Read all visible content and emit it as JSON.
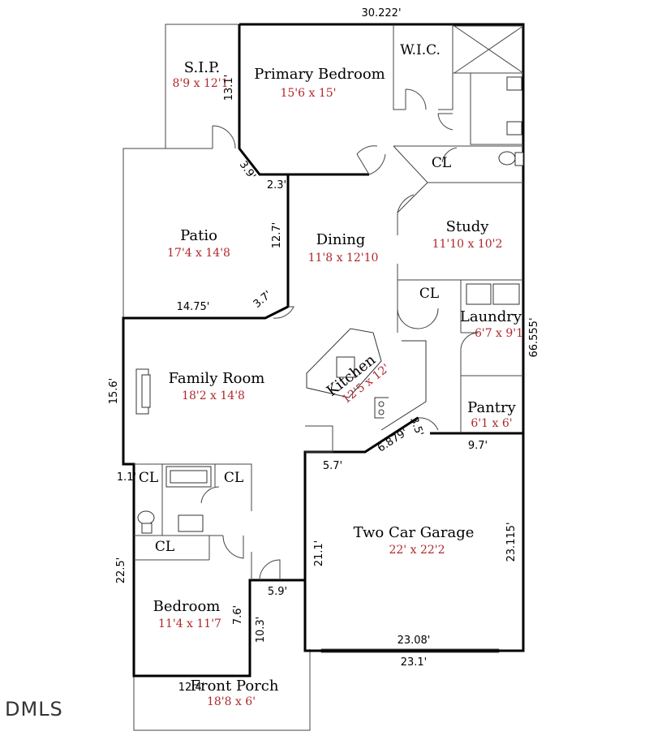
{
  "rooms": {
    "primary_bedroom": {
      "name": "Primary Bedroom",
      "dims": "15'6 x 15'"
    },
    "sip": {
      "name": "S.I.P.",
      "dims": "8'9 x 12'1"
    },
    "wic": {
      "name": "W.I.C."
    },
    "patio": {
      "name": "Patio",
      "dims": "17'4 x 14'8"
    },
    "dining": {
      "name": "Dining",
      "dims": "11'8 x 12'10"
    },
    "study": {
      "name": "Study",
      "dims": "11'10 x 10'2"
    },
    "laundry": {
      "name": "Laundry",
      "dims": "6'7 x 9'1"
    },
    "family_room": {
      "name": "Family Room",
      "dims": "18'2 x 14'8"
    },
    "kitchen": {
      "name": "Kitchen",
      "dims": "12'5 x 12'"
    },
    "pantry": {
      "name": "Pantry",
      "dims": "6'1 x 6'"
    },
    "two_car_garage": {
      "name": "Two Car Garage",
      "dims": "22' x 22'2"
    },
    "bedroom": {
      "name": "Bedroom",
      "dims": "11'4 x 11'7"
    },
    "front_porch": {
      "name": "Front Porch",
      "dims": "18'8 x 6'"
    }
  },
  "closets": {
    "label": "CL"
  },
  "measurements": {
    "top_width": "30.222'",
    "sip_side": "13.1'",
    "angle_a": "3.9'",
    "angle_b": "2.3'",
    "patio_side": "12.7'",
    "patio_bottom": "14.75'",
    "patio_angle": "3.7'",
    "right_side": "66.555'",
    "family_left": "15.6'",
    "kitchen_angle": "6.879'",
    "kitchen_small": "3.5'",
    "pantry_bottom": "9.7'",
    "garage_top_left": "5.7'",
    "closet_small": "1.1'",
    "bedroom_left": "22.5'",
    "garage_left": "21.1'",
    "garage_right": "23.115'",
    "notch": "5.9'",
    "bedroom_right": "7.6'",
    "porch_side": "10.3'",
    "garage_bottom_inner": "23.08'",
    "garage_bottom_outer": "23.1'",
    "porch_bottom": "12.4'"
  },
  "logo": "DMLS"
}
